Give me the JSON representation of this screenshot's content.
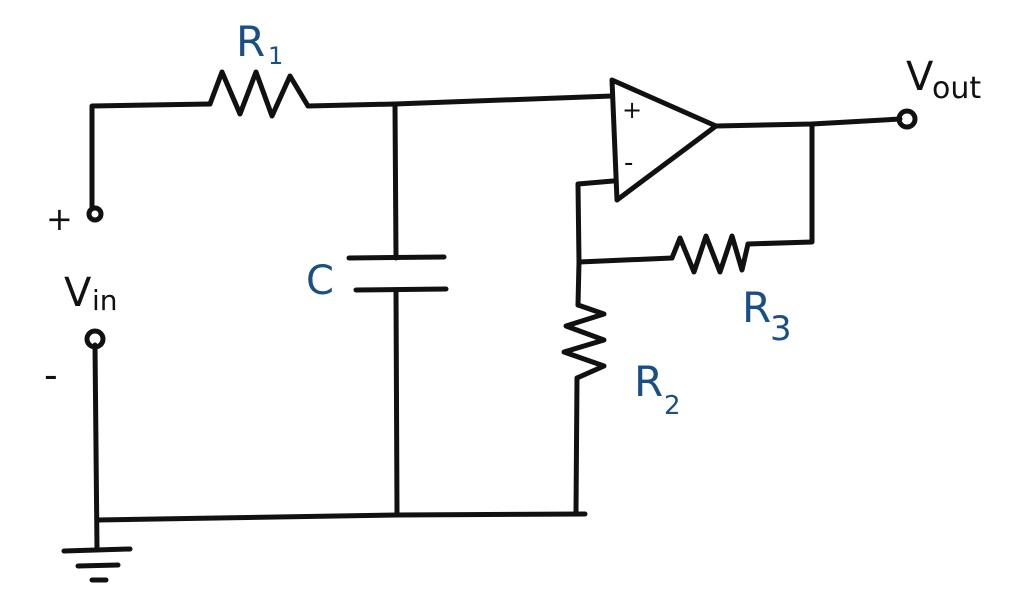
{
  "diagram": {
    "colors": {
      "ink": "#111111",
      "component_label": "#1a4e86",
      "background": "#ffffff"
    },
    "components": {
      "r1": {
        "label": "R",
        "sub": "1"
      },
      "r2": {
        "label": "R",
        "sub": "2"
      },
      "r3": {
        "label": "R",
        "sub": "3"
      },
      "capacitor": {
        "label": "C"
      },
      "opamp": {
        "plus": "+",
        "minus": "-"
      }
    },
    "terminals": {
      "input_label": "V",
      "input_sub": "in",
      "input_plus": "+",
      "input_minus": "-",
      "output_label": "V",
      "output_sub": "out"
    }
  }
}
